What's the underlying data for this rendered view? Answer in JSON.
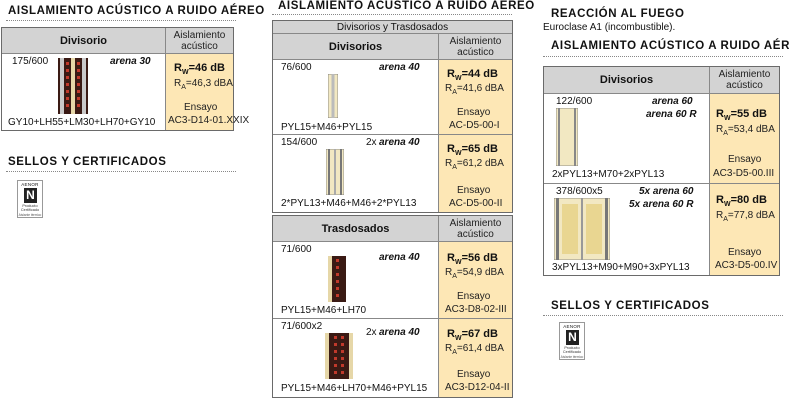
{
  "left": {
    "heading": "AISLAMIENTO ACÚSTICO A RUIDO AÉREO",
    "header": {
      "label": "Divisorio",
      "right": "Aislamiento acústico"
    },
    "row": {
      "code": "175/600",
      "arena": "arena 30",
      "rw": "RW=46 dB",
      "ra": "RA=46,3 dBA",
      "ensayo": "Ensayo",
      "ensayo_code": "AC3-D14-01.XXIX",
      "formula": "GY10+LH55+LM30+LH70+GY10"
    },
    "sellos": "SELLOS Y CERTIFICADOS"
  },
  "middle": {
    "heading": "AISLAMIENTO ACÚSTICO A RUIDO AÉREO",
    "top_label": "Divisorios y Trasdosados",
    "div_header": {
      "label": "Divisorios",
      "right": "Aislamiento acústico"
    },
    "div_rows": [
      {
        "code": "76/600",
        "count": "",
        "arena": "arena 40",
        "rw": "RW=44 dB",
        "ra": "RA=41,6 dBA",
        "ensayo": "Ensayo",
        "ensayo_code": "AC-D5-00-I",
        "formula": "PYL15+M46+PYL15"
      },
      {
        "code": "154/600",
        "count": "2x",
        "arena": "arena 40",
        "rw": "RW=65 dB",
        "ra": "RA=61,2 dBA",
        "ensayo": "Ensayo",
        "ensayo_code": "AC-D5-00-II",
        "formula": "2*PYL13+M46+M46+2*PYL13"
      }
    ],
    "tras_header": {
      "label": "Trasdosados",
      "right": "Aislamiento acústico"
    },
    "tras_rows": [
      {
        "code": "71/600",
        "count": "",
        "arena": "arena 40",
        "rw": "RW=56 dB",
        "ra": "RA=54,9 dBA",
        "ensayo": "Ensayo",
        "ensayo_code": "AC3-D8-02-III",
        "formula": "PYL15+M46+LH70"
      },
      {
        "code": "71/600x2",
        "count": "2x",
        "arena": "arena 40",
        "rw": "RW=67 dB",
        "ra": "RA=61,4 dBA",
        "ensayo": "Ensayo",
        "ensayo_code": "AC3-D12-04-II",
        "formula": "PYL15+M46+LH70+M46+PYL15"
      }
    ]
  },
  "right": {
    "fuego_heading": "REACCIÓN AL FUEGO",
    "euroclase": "Euroclase A1 (incombustible).",
    "heading": "AISLAMIENTO ACÚSTICO A RUIDO AÉREO",
    "header": {
      "label": "Divisorios",
      "right": "Aislamiento acústico"
    },
    "rows": [
      {
        "code": "122/600",
        "arena1": "arena 60",
        "arena2": "arena 60 R",
        "rw": "RW=55 dB",
        "ra": "RA=53,4 dBA",
        "ensayo": "Ensayo",
        "ensayo_code": "AC3-D5-00.III",
        "formula": "2xPYL13+M70+2xPYL13"
      },
      {
        "code": "378/600x5",
        "arena1": "5x arena 60",
        "arena2": "5x arena 60 R",
        "rw": "RW=80 dB",
        "ra": "RA=77,8 dBA",
        "ensayo": "Ensayo",
        "ensayo_code": "AC3-D5-00.IV",
        "formula": "3xPYL13+M90+M90+3xPYL13"
      }
    ],
    "sellos": "SELLOS Y CERTIFICADOS"
  },
  "logo": {
    "brand": "AENOR",
    "letter": "N",
    "line1": "Producto",
    "line2": "Certificado",
    "line3": "Aislante térmico"
  },
  "colors": {
    "header_bg": "#d3d3d3",
    "value_bg": "#fde7b5",
    "border": "#6a6a6a"
  }
}
